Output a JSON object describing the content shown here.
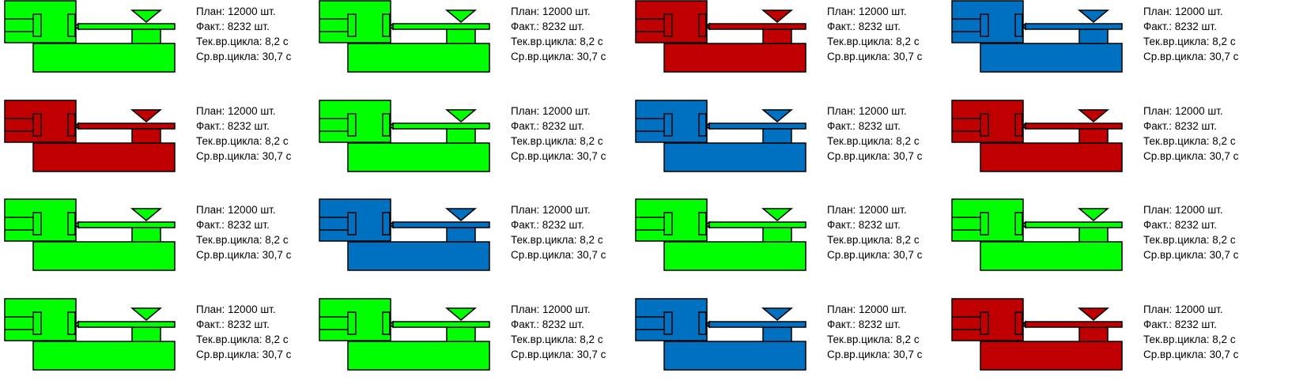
{
  "colors": {
    "running": "#00ff00",
    "stopped": "#c00000",
    "idle": "#0070c0",
    "outline": "#000000"
  },
  "machines": [
    {
      "status": "running",
      "plan": "План: 12000 шт.",
      "fact": "Факт.: 8232 шт.",
      "cur_cycle": "Тек.вр.цикла: 8,2 с",
      "avg_cycle": "Ср.вр.цикла: 30,7 с"
    },
    {
      "status": "running",
      "plan": "План: 12000 шт.",
      "fact": "Факт.: 8232 шт.",
      "cur_cycle": "Тек.вр.цикла: 8,2 с",
      "avg_cycle": "Ср.вр.цикла: 30,7 с"
    },
    {
      "status": "stopped",
      "plan": "План: 12000 шт.",
      "fact": "Факт.: 8232 шт.",
      "cur_cycle": "Тек.вр.цикла: 8,2 с",
      "avg_cycle": "Ср.вр.цикла: 30,7 с"
    },
    {
      "status": "idle",
      "plan": "План: 12000 шт.",
      "fact": "Факт.: 8232 шт.",
      "cur_cycle": "Тек.вр.цикла: 8,2 с",
      "avg_cycle": "Ср.вр.цикла: 30,7 с"
    },
    {
      "status": "stopped",
      "plan": "План: 12000 шт.",
      "fact": "Факт.: 8232 шт.",
      "cur_cycle": "Тек.вр.цикла: 8,2 с",
      "avg_cycle": "Ср.вр.цикла: 30,7 с"
    },
    {
      "status": "running",
      "plan": "План: 12000 шт.",
      "fact": "Факт.: 8232 шт.",
      "cur_cycle": "Тек.вр.цикла: 8,2 с",
      "avg_cycle": "Ср.вр.цикла: 30,7 с"
    },
    {
      "status": "idle",
      "plan": "План: 12000 шт.",
      "fact": "Факт.: 8232 шт.",
      "cur_cycle": "Тек.вр.цикла: 8,2 с",
      "avg_cycle": "Ср.вр.цикла: 30,7 с"
    },
    {
      "status": "stopped",
      "plan": "План: 12000 шт.",
      "fact": "Факт.: 8232 шт.",
      "cur_cycle": "Тек.вр.цикла: 8,2 с",
      "avg_cycle": "Ср.вр.цикла: 30,7 с"
    },
    {
      "status": "running",
      "plan": "План: 12000 шт.",
      "fact": "Факт.: 8232 шт.",
      "cur_cycle": "Тек.вр.цикла: 8,2 с",
      "avg_cycle": "Ср.вр.цикла: 30,7 с"
    },
    {
      "status": "idle",
      "plan": "План: 12000 шт.",
      "fact": "Факт.: 8232 шт.",
      "cur_cycle": "Тек.вр.цикла: 8,2 с",
      "avg_cycle": "Ср.вр.цикла: 30,7 с"
    },
    {
      "status": "running",
      "plan": "План: 12000 шт.",
      "fact": "Факт.: 8232 шт.",
      "cur_cycle": "Тек.вр.цикла: 8,2 с",
      "avg_cycle": "Ср.вр.цикла: 30,7 с"
    },
    {
      "status": "running",
      "plan": "План: 12000 шт.",
      "fact": "Факт.: 8232 шт.",
      "cur_cycle": "Тек.вр.цикла: 8,2 с",
      "avg_cycle": "Ср.вр.цикла: 30,7 с"
    },
    {
      "status": "running",
      "plan": "План: 12000 шт.",
      "fact": "Факт.: 8232 шт.",
      "cur_cycle": "Тек.вр.цикла: 8,2 с",
      "avg_cycle": "Ср.вр.цикла: 30,7 с"
    },
    {
      "status": "running",
      "plan": "План: 12000 шт.",
      "fact": "Факт.: 8232 шт.",
      "cur_cycle": "Тек.вр.цикла: 8,2 с",
      "avg_cycle": "Ср.вр.цикла: 30,7 с"
    },
    {
      "status": "idle",
      "plan": "План: 12000 шт.",
      "fact": "Факт.: 8232 шт.",
      "cur_cycle": "Тек.вр.цикла: 8,2 с",
      "avg_cycle": "Ср.вр.цикла: 30,7 с"
    },
    {
      "status": "stopped",
      "plan": "План: 12000 шт.",
      "fact": "Факт.: 8232 шт.",
      "cur_cycle": "Тек.вр.цикла: 8,2 с",
      "avg_cycle": "Ср.вр.цикла: 30,7 с"
    }
  ]
}
